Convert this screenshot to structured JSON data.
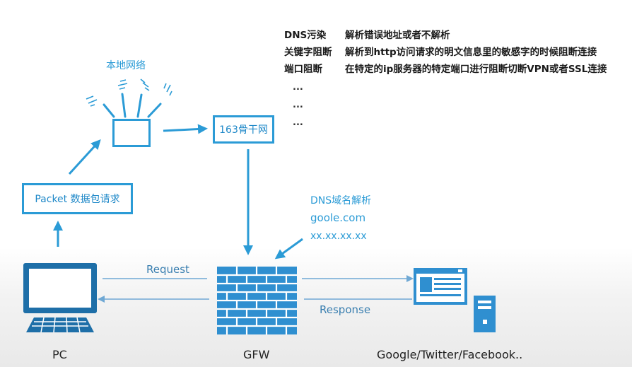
{
  "notes": [
    {
      "term": "DNS污染",
      "desc": "解析错误地址或者不解析"
    },
    {
      "term": "关键字阻断",
      "desc": "解析到http访问请求的明文信息里的敏感字的时候阻断连接"
    },
    {
      "term": "端口阻断",
      "desc": "在特定的ip服务器的特定端口进行阻断切断VPN或者SSL连接"
    }
  ],
  "ellipsis": [
    "...",
    "...",
    "..."
  ],
  "local_network_label": "本地网络",
  "backbone_label": "163骨干网",
  "packet_label": "Packet 数据包请求",
  "dns": {
    "title": "DNS域名解析",
    "domain": "goole.com",
    "ip": "xx.xx.xx.xx"
  },
  "request_label": "Request",
  "response_label": "Response",
  "nodes": {
    "pc": "PC",
    "gfw": "GFW",
    "servers": "Google/Twitter/Facebook.."
  },
  "colors": {
    "accent": "#2b9bd6",
    "monitor": "#1e6fa8",
    "brick": "#2f8fd0"
  }
}
